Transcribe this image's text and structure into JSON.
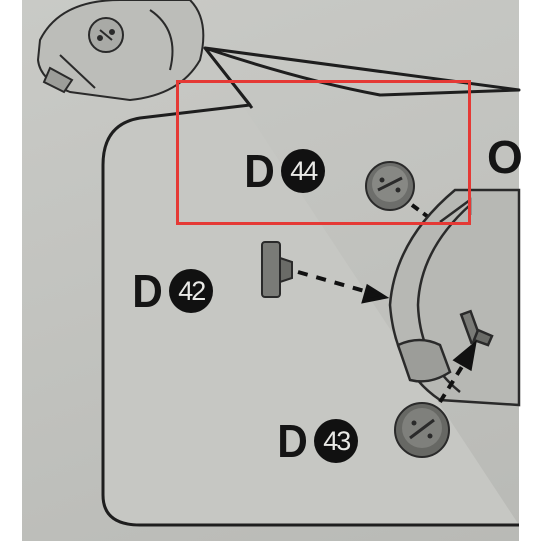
{
  "document": {
    "type": "assembly-instruction-sheet",
    "partial_letter": "O",
    "parts": [
      {
        "letter": "D",
        "number": "44"
      },
      {
        "letter": "D",
        "number": "42"
      },
      {
        "letter": "D",
        "number": "43"
      }
    ],
    "highlight_color": "#e53935"
  }
}
